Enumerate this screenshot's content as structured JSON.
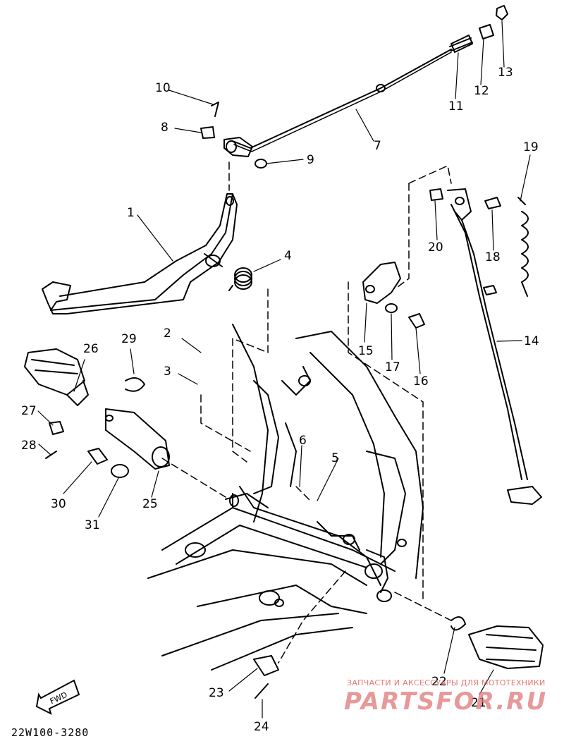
{
  "diagram": {
    "drawing_code": "22W100-3280",
    "fwd_label": "FWD",
    "watermark_caption": "ЗАПЧАСТИ И АКСЕССУАРЫ ДЛЯ МОТОТЕХНИКИ",
    "watermark_brand": "PARTSFOR.RU",
    "callouts": [
      "1",
      "2",
      "3",
      "4",
      "5",
      "6",
      "7",
      "8",
      "9",
      "10",
      "11",
      "12",
      "13",
      "14",
      "15",
      "16",
      "17",
      "18",
      "19",
      "20",
      "21",
      "22",
      "23",
      "24",
      "25",
      "26",
      "27",
      "28",
      "29",
      "30",
      "31"
    ]
  }
}
